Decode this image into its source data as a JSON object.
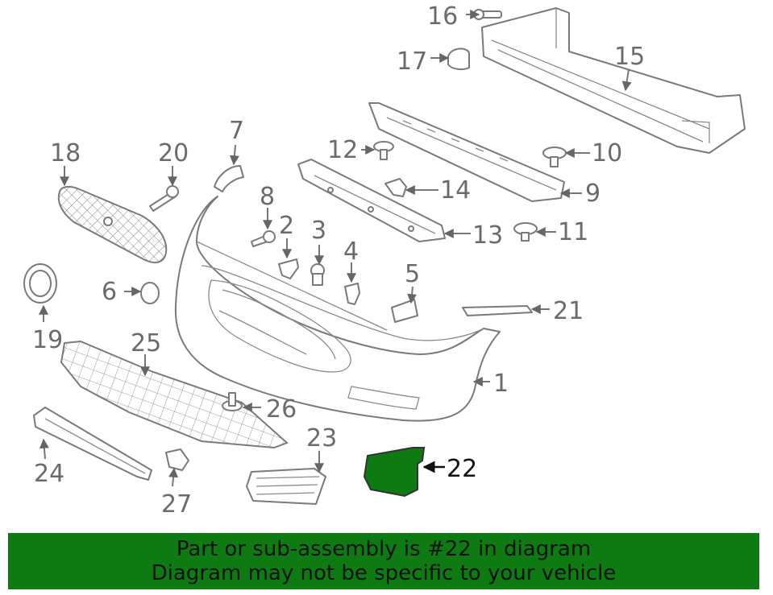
{
  "callouts": [
    "1",
    "2",
    "3",
    "4",
    "5",
    "6",
    "7",
    "8",
    "9",
    "10",
    "11",
    "12",
    "13",
    "14",
    "15",
    "16",
    "17",
    "18",
    "19",
    "20",
    "21",
    "22",
    "23",
    "24",
    "25",
    "26",
    "27"
  ],
  "highlight_part": "22",
  "colors": {
    "highlight": "#0e7a12",
    "banner": "#0e7a12",
    "line": "#7a7a7a",
    "text": "#6b6b6b"
  },
  "banner": {
    "line1": "Part or sub-assembly is #22 in diagram",
    "line2": "Diagram may not be specific to your vehicle"
  }
}
